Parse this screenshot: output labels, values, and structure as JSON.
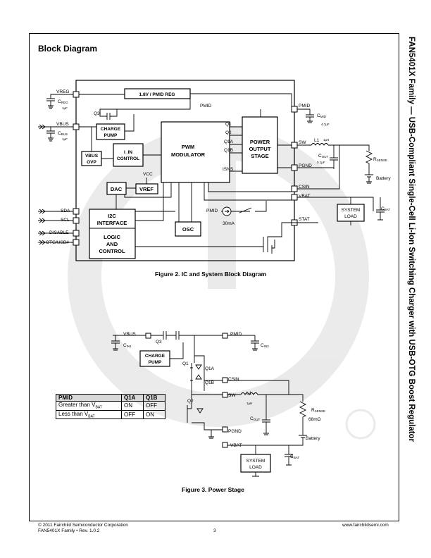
{
  "side_title": "FAN5401X Family — USB-Compliant Single-Cell Li-Ion Switching Charger with USB-OTG Boost Regulator",
  "section_title": "Block Diagram",
  "figure2": {
    "caption": "Figure 2.  IC and System Block Diagram",
    "pins_left": [
      "VREG",
      "VBUS",
      "SDA",
      "SCL",
      "DISABLE",
      "OTG/USB#"
    ],
    "pins_right": [
      "PMID",
      "SW",
      "PGND",
      "CSIN",
      "VBAT",
      "STAT"
    ],
    "blocks": {
      "pmid_reg": "1.8V / PMID REG",
      "charge_pump": [
        "CHARGE",
        "PUMP"
      ],
      "vbus_ovp": [
        "VBUS",
        "OVP"
      ],
      "i_in": [
        "I_IN",
        "CONTROL"
      ],
      "pwm": [
        "PWM",
        "MODULATOR"
      ],
      "power_stage": [
        "POWER",
        "OUTPUT",
        "STAGE"
      ],
      "dac": "DAC",
      "vref": "VREF",
      "i2c": [
        "I2C",
        "INTERFACE"
      ],
      "logic": [
        "LOGIC",
        "AND",
        "CONTROL"
      ],
      "osc": "OSC",
      "system_load": [
        "SYSTEM",
        "LOAD"
      ]
    },
    "signals": {
      "pmid": "PMID",
      "q1": "Q1",
      "q2": "Q2",
      "q1a": "Q1A",
      "q1b": "Q1B",
      "isns": "ISNS",
      "vcc": "VCC",
      "q3": "Q3",
      "ma": "30mA",
      "l1": "L1",
      "l1v": "1µH",
      "battery": "Battery"
    },
    "components": {
      "creg": "C",
      "creg_sub": "REG",
      "creg_val": "1µF",
      "cbus": "C",
      "cbus_sub": "BUS",
      "cbus_val": "1µF",
      "cmid": "C",
      "cmid_sub": "MID",
      "cmid_val": "4.7µF",
      "cout": "C",
      "cout_sub": "OUT",
      "cout_val": "0.1µF",
      "rsense": "R",
      "rsense_sub": "SENSE",
      "cbat": "C",
      "cbat_sub": "BAT"
    }
  },
  "figure3": {
    "caption": "Figure 3.  Power Stage",
    "labels": {
      "vbus": "VBUS",
      "pmid": "PMID",
      "q3": "Q3",
      "q1": "Q1",
      "q1a": "Q1A",
      "q1b": "Q1B",
      "q2": "Q2",
      "csin": "CSIN",
      "sw": "SW",
      "l1": "L1",
      "l1v": "1µH",
      "pgnd": "PGND",
      "vbat": "VBAT",
      "battery": "Battery",
      "rsense": "R",
      "rsense_sub": "SENSE",
      "rsense_val": "68mΩ",
      "cin1": "C",
      "cin1_sub": "IN1",
      "cin2": "C",
      "cin2_sub": "IN2",
      "cout": "C",
      "cout_sub": "OUT",
      "cbat": "C",
      "cbat_sub": "BAT"
    },
    "charge_pump": [
      "CHARGE",
      "PUMP"
    ],
    "system_load": [
      "SYSTEM",
      "LOAD"
    ],
    "table": {
      "headers": [
        "PMID",
        "Q1A",
        "Q1B"
      ],
      "rows": [
        {
          "pmid": "Greater than V",
          "sub": "BAT",
          "q1a": "ON",
          "q1b": "OFF"
        },
        {
          "pmid": "Less than V",
          "sub": "BAT",
          "q1a": "OFF",
          "q1b": "ON"
        }
      ]
    }
  },
  "footer": {
    "copyright": "© 2011 Fairchild Semiconductor Corporation",
    "family": "FAN5401X Family  •  Rev. 1.0.2",
    "page": "3",
    "url": "www.fairchildsemi.com"
  }
}
